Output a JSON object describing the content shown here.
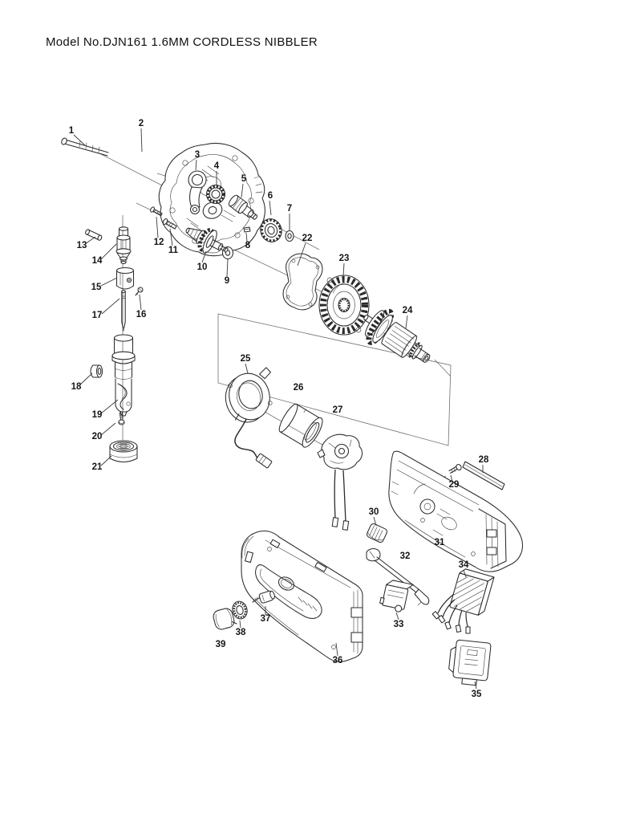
{
  "title": "Model No.DJN161 1.6MM CORDLESS NIBBLER",
  "colors": {
    "ink": "#2b2b2b",
    "paper": "#ffffff"
  },
  "parts": [
    {
      "number": "1"
    },
    {
      "number": "2"
    },
    {
      "number": "3"
    },
    {
      "number": "4"
    },
    {
      "number": "5"
    },
    {
      "number": "6"
    },
    {
      "number": "7"
    },
    {
      "number": "8"
    },
    {
      "number": "9"
    },
    {
      "number": "10"
    },
    {
      "number": "11"
    },
    {
      "number": "12"
    },
    {
      "number": "13"
    },
    {
      "number": "14"
    },
    {
      "number": "15"
    },
    {
      "number": "16"
    },
    {
      "number": "17"
    },
    {
      "number": "18"
    },
    {
      "number": "19"
    },
    {
      "number": "20"
    },
    {
      "number": "21"
    },
    {
      "number": "22"
    },
    {
      "number": "23"
    },
    {
      "number": "24"
    },
    {
      "number": "25"
    },
    {
      "number": "26"
    },
    {
      "number": "27"
    },
    {
      "number": "28"
    },
    {
      "number": "29"
    },
    {
      "number": "30"
    },
    {
      "number": "31"
    },
    {
      "number": "32"
    },
    {
      "number": "33"
    },
    {
      "number": "34"
    },
    {
      "number": "35"
    },
    {
      "number": "36"
    },
    {
      "number": "37"
    },
    {
      "number": "38"
    },
    {
      "number": "39"
    }
  ]
}
